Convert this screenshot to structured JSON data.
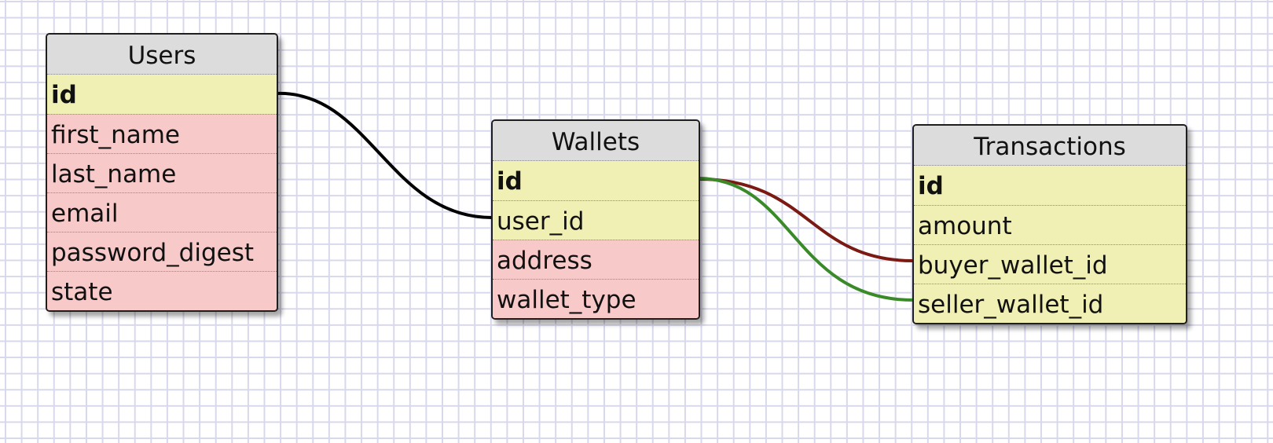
{
  "tables": [
    {
      "id": "users",
      "name": "Users",
      "fields": [
        {
          "name": "id",
          "primary": true,
          "key": true
        },
        {
          "name": "first_name",
          "primary": false,
          "key": false
        },
        {
          "name": "last_name",
          "primary": false,
          "key": false
        },
        {
          "name": "email",
          "primary": false,
          "key": false
        },
        {
          "name": "password_digest",
          "primary": false,
          "key": false
        },
        {
          "name": "state",
          "primary": false,
          "key": false
        }
      ]
    },
    {
      "id": "wallets",
      "name": "Wallets",
      "fields": [
        {
          "name": "id",
          "primary": true,
          "key": true
        },
        {
          "name": "user_id",
          "primary": false,
          "key": true
        },
        {
          "name": "address",
          "primary": false,
          "key": false
        },
        {
          "name": "wallet_type",
          "primary": false,
          "key": false
        }
      ]
    },
    {
      "id": "transactions",
      "name": "Transactions",
      "fields": [
        {
          "name": "id",
          "primary": true,
          "key": true
        },
        {
          "name": "amount",
          "primary": false,
          "key": true
        },
        {
          "name": "buyer_wallet_id",
          "primary": false,
          "key": true
        },
        {
          "name": "seller_wallet_id",
          "primary": false,
          "key": true
        }
      ]
    }
  ],
  "relationships": [
    {
      "from_table": "Users",
      "from_field": "id",
      "to_table": "Wallets",
      "to_field": "user_id",
      "color": "#000000"
    },
    {
      "from_table": "Wallets",
      "from_field": "id",
      "to_table": "Transactions",
      "to_field": "buyer_wallet_id",
      "color": "#7a1a12"
    },
    {
      "from_table": "Wallets",
      "from_field": "id",
      "to_table": "Transactions",
      "to_field": "seller_wallet_id",
      "color": "#3a8a2a"
    }
  ],
  "colors": {
    "key_field_bg": "#f1f0b4",
    "field_bg": "#f8c9c9",
    "title_bg": "#dcdcdc",
    "grid_line": "#d8d8ec"
  }
}
